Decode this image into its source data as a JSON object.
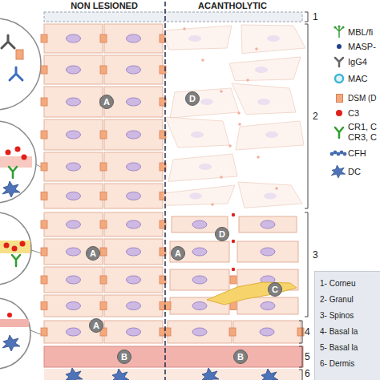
{
  "diagram": {
    "nodes": [
      {
        "text": [
          "A"
        ]
      },
      {
        "text": [
          "D"
        ]
      },
      {
        "text": [
          "D"
        ]
      },
      {
        "text": [
          "A"
        ]
      },
      {
        "text": [
          "A"
        ]
      },
      {
        "text": [
          "C"
        ]
      },
      {
        "text": [
          "A"
        ]
      },
      {
        "text": [
          "B"
        ]
      },
      {
        "text": [
          "B"
        ]
      },
      {
        "text": [
          "1- Corneu",
          "2- Granul",
          "3- Spinos",
          "4- Basal la",
          "5- Basal la",
          "6- Dermis"
        ]
      }
    ],
    "labels": [
      "NON LESIONED",
      "ACANTHOLYTIC",
      "1",
      "2",
      "3",
      "4",
      "5",
      "6"
    ],
    "legend": [
      {
        "text": "MBL/fi"
      },
      {
        "text": "MASP-"
      },
      {
        "text": "IgG4"
      },
      {
        "text": "MAC"
      },
      {
        "text": "DSM (D",
        "color": "#f4a97c"
      },
      {
        "text": "C3",
        "color": "#e0201b"
      },
      {
        "text": "CR1, C"
      },
      {
        "text": "CR3, C"
      },
      {
        "text": "CFH"
      },
      {
        "text": "DC"
      }
    ]
  }
}
